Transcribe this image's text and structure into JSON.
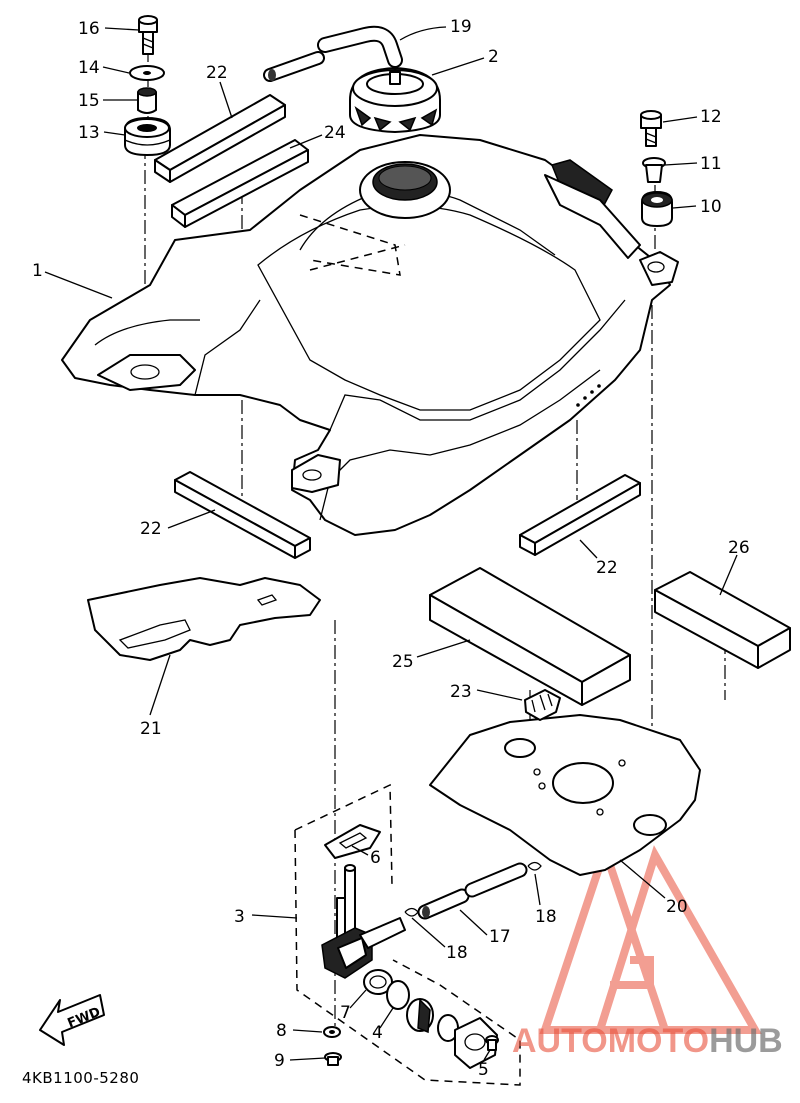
{
  "diagram": {
    "code": "4KB1100-5280",
    "fwd_label": "FWD",
    "callouts": [
      {
        "id": "c16",
        "label": "16"
      },
      {
        "id": "c14",
        "label": "14"
      },
      {
        "id": "c15",
        "label": "15"
      },
      {
        "id": "c13",
        "label": "13"
      },
      {
        "id": "c19",
        "label": "19"
      },
      {
        "id": "c2",
        "label": "2"
      },
      {
        "id": "c22a",
        "label": "22"
      },
      {
        "id": "c24",
        "label": "24"
      },
      {
        "id": "c12",
        "label": "12"
      },
      {
        "id": "c11",
        "label": "11"
      },
      {
        "id": "c10",
        "label": "10"
      },
      {
        "id": "c1",
        "label": "1"
      },
      {
        "id": "c22b",
        "label": "22"
      },
      {
        "id": "c22c",
        "label": "22"
      },
      {
        "id": "c26",
        "label": "26"
      },
      {
        "id": "c25",
        "label": "25"
      },
      {
        "id": "c21",
        "label": "21"
      },
      {
        "id": "c23",
        "label": "23"
      },
      {
        "id": "c6",
        "label": "6"
      },
      {
        "id": "c3",
        "label": "3"
      },
      {
        "id": "c20",
        "label": "20"
      },
      {
        "id": "c18a",
        "label": "18"
      },
      {
        "id": "c17",
        "label": "17"
      },
      {
        "id": "c18b",
        "label": "18"
      },
      {
        "id": "c7",
        "label": "7"
      },
      {
        "id": "c4",
        "label": "4"
      },
      {
        "id": "c8",
        "label": "8"
      },
      {
        "id": "c5",
        "label": "5"
      },
      {
        "id": "c9",
        "label": "9"
      }
    ]
  },
  "watermark": {
    "part1": "AUTOMOTO",
    "part2": "HUB",
    "color_red": "#e8503a",
    "color_gray": "#707070"
  }
}
